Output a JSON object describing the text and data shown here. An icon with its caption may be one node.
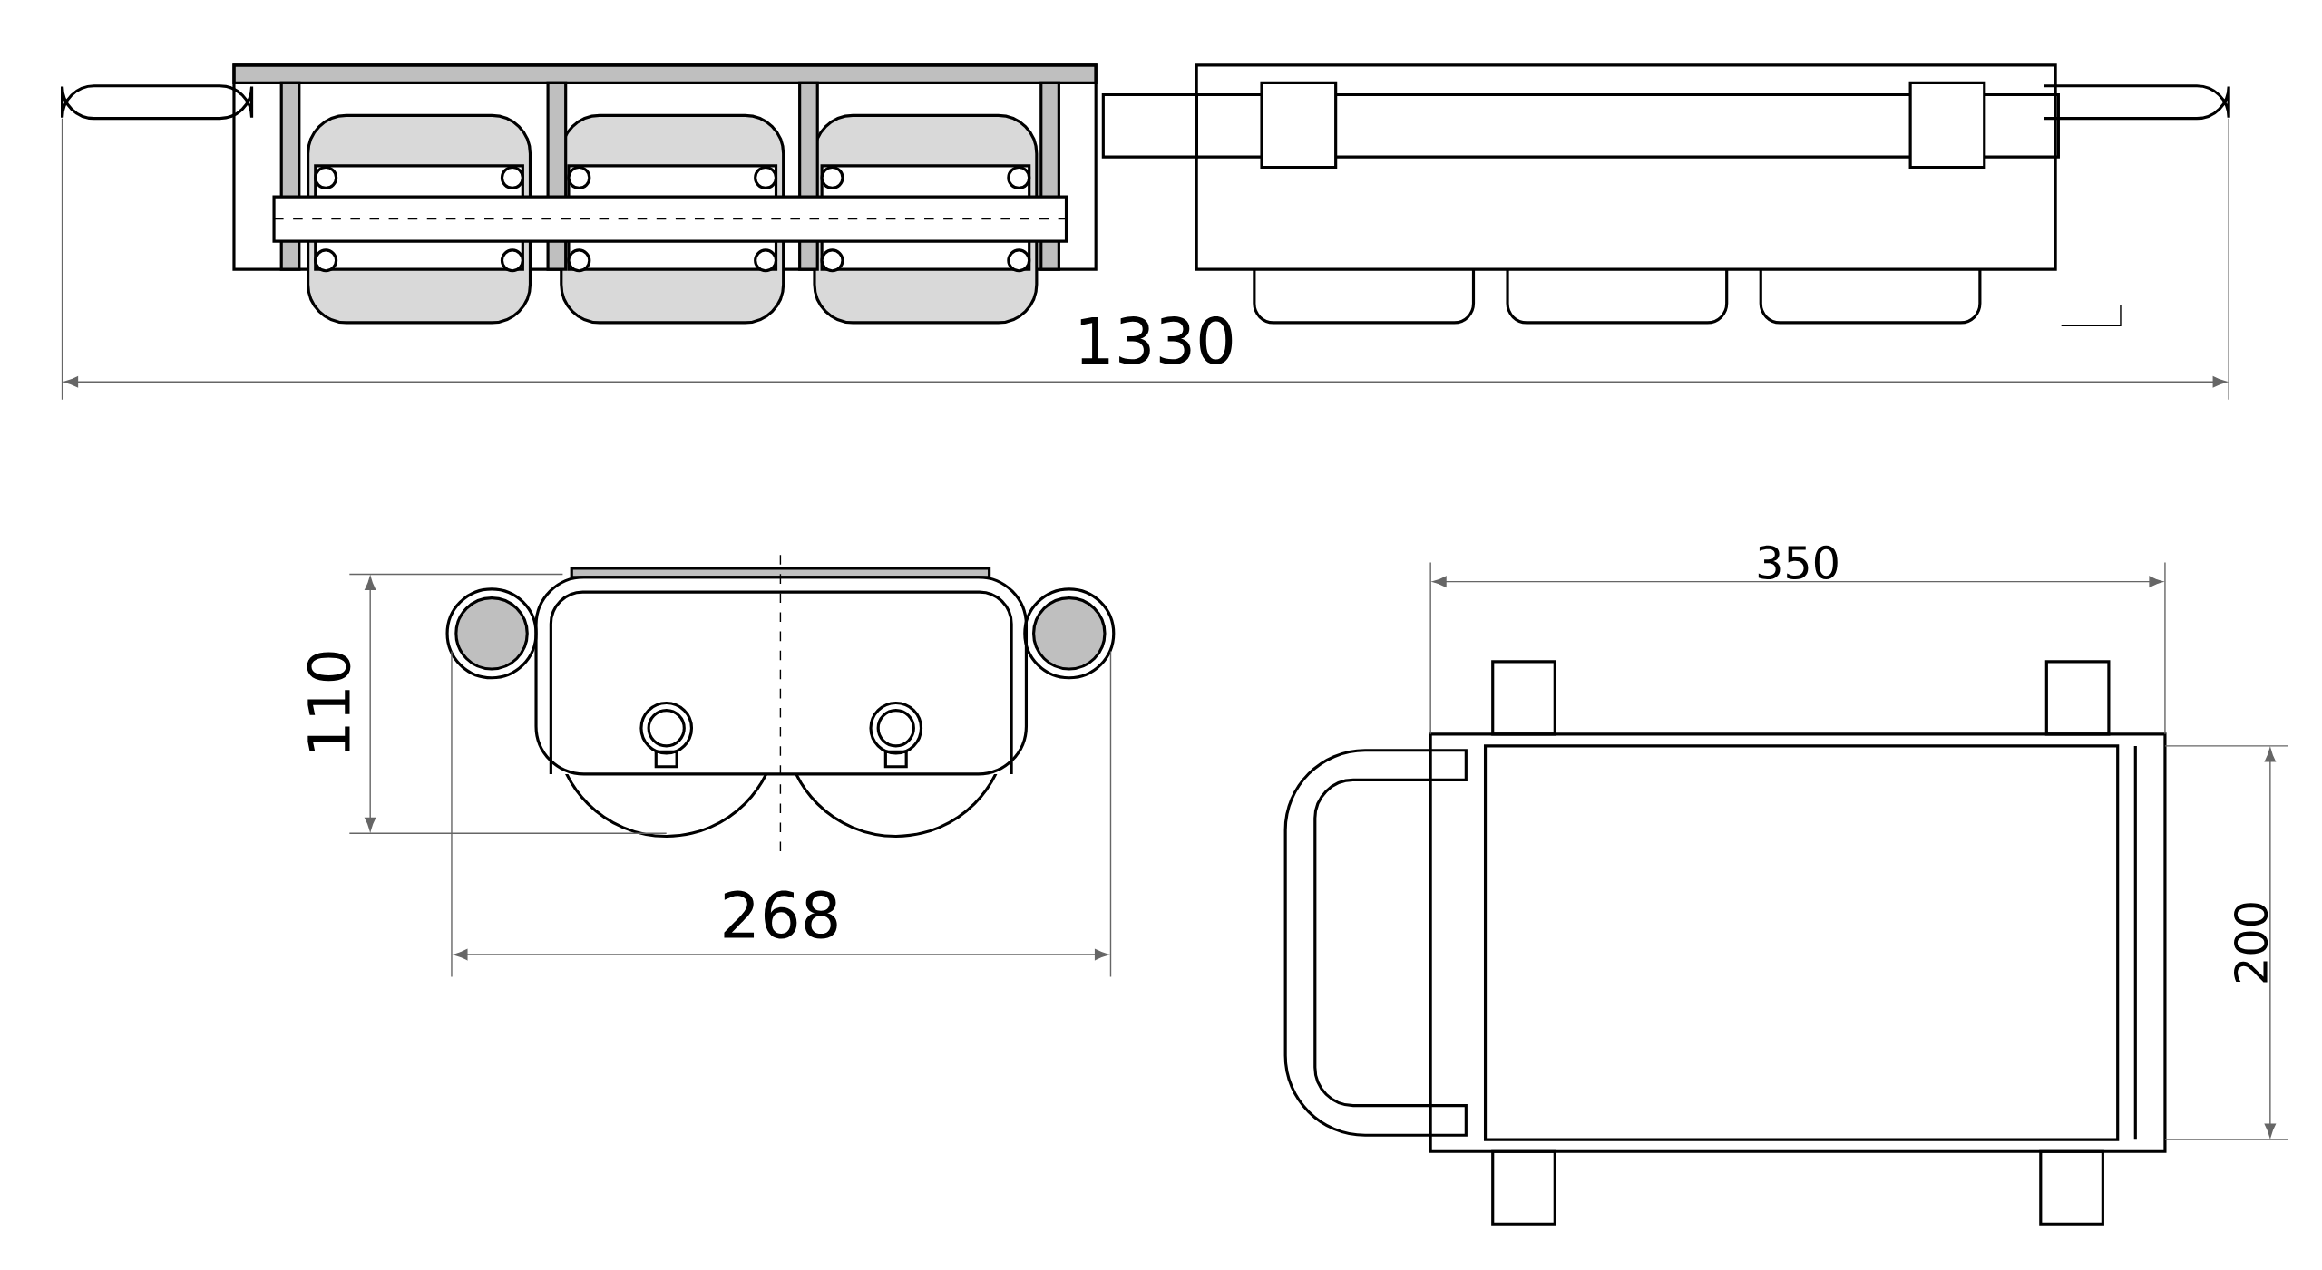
{
  "diagram": {
    "labels": [
      "1330",
      "110",
      "268",
      "350",
      "200"
    ]
  }
}
